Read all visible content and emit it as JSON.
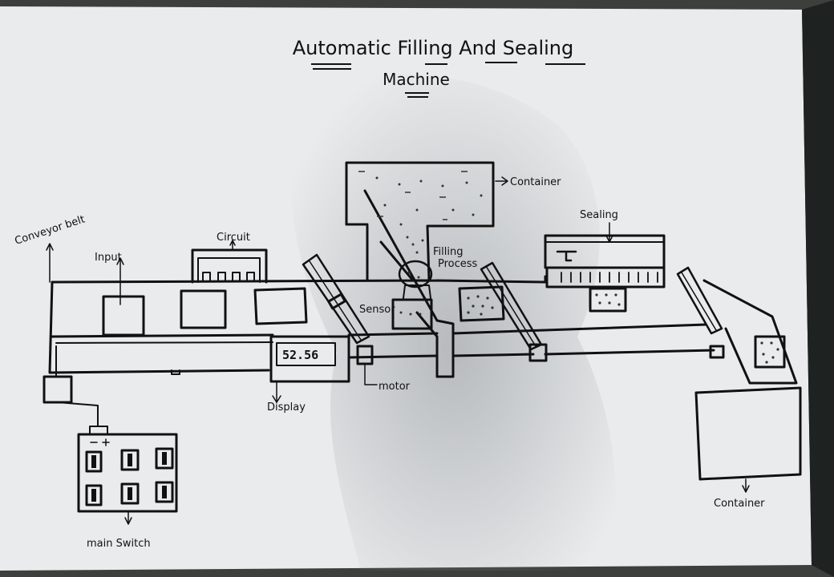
{
  "diagram": {
    "title_line1": "Automatic Filling And Sealing",
    "title_line2": "Machine",
    "labels": {
      "conveyor_belt": "Conveyor belt",
      "input": "Input",
      "circuit": "Circuit",
      "container_top": "Container",
      "filling_line1": "Filling",
      "filling_line2": "Process",
      "sealing": "Sealing",
      "sensor": "Sensor",
      "motor": "motor",
      "display": "Display",
      "display_value": "52.56",
      "main_switch": "main Switch",
      "container_bottom": "Container"
    }
  }
}
